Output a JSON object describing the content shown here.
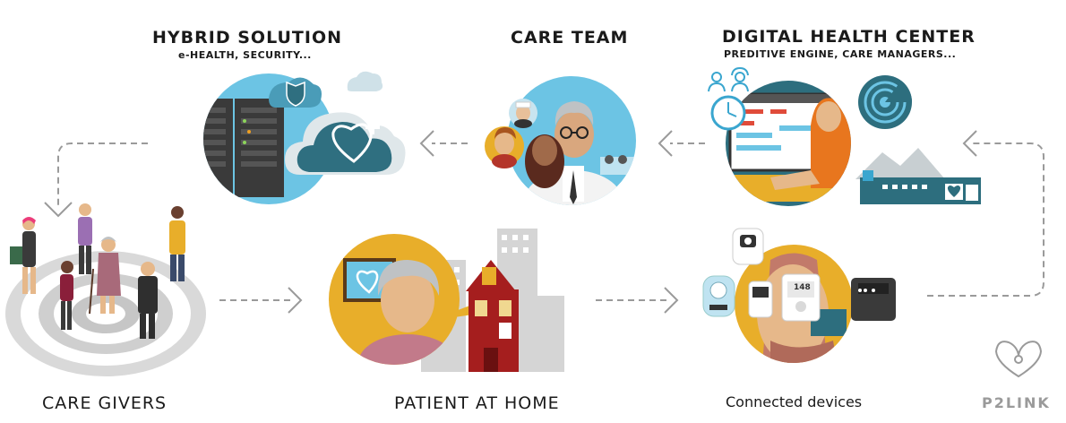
{
  "hybrid": {
    "title": "HYBRID SOLUTION",
    "subtitle": "e-HEALTH, SECURITY..."
  },
  "care_team": {
    "title": "CARE TEAM"
  },
  "digital": {
    "title": "DIGITAL HEALTH CENTER",
    "subtitle": "PREDITIVE ENGINE, CARE MANAGERS..."
  },
  "care_givers": {
    "title": "CARE GIVERS"
  },
  "patient": {
    "title": "PATIENT AT HOME"
  },
  "devices": {
    "title": "Connected devices",
    "scale_reading": "148"
  },
  "brand": {
    "name": "P2LINK"
  },
  "colors": {
    "sky": "#6cc4e4",
    "gold": "#e8ae2a",
    "teal": "#2d6e7e",
    "red": "#a51e1e",
    "arrow": "#9a9a9a"
  }
}
